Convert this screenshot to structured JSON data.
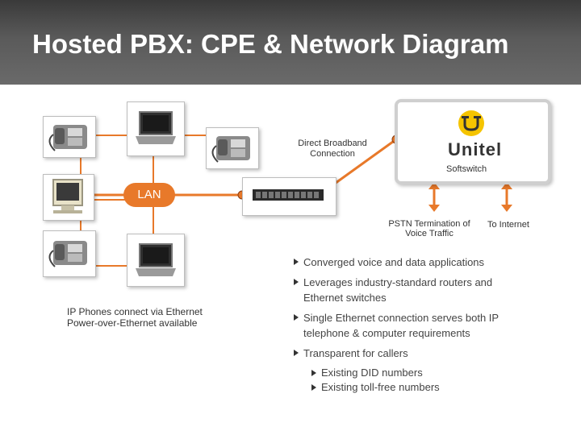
{
  "title": "Hosted PBX: CPE & Network Diagram",
  "labels": {
    "direct_broadband": "Direct Broadband Connection",
    "softswitch": "Softswitch",
    "lan": "LAN",
    "pstn": "PSTN Termination of Voice Traffic",
    "internet": "To Internet",
    "ip_phones": "IP Phones connect via Ethernet Power-over-Ethernet available",
    "logo": "Unitel"
  },
  "bullets": [
    {
      "text": "Converged voice and data applications"
    },
    {
      "text": "Leverages industry-standard routers and Ethernet switches"
    },
    {
      "text": "Single Ethernet connection serves both IP telephone & computer requirements"
    },
    {
      "text": "Transparent for callers"
    }
  ],
  "sub_bullets": [
    "Existing DID numbers",
    "Existing toll-free numbers"
  ],
  "colors": {
    "accent": "#e8792a",
    "header": "#4a4a4a",
    "box_border": "#cfcfcf"
  }
}
